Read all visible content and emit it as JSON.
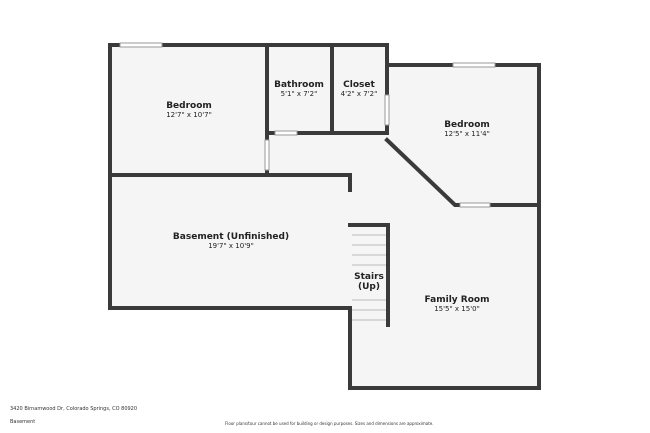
{
  "rooms": [
    {
      "name": "Bedroom",
      "dims": "12'7\" x 10'7\""
    },
    {
      "name": "Bathroom",
      "dims": "5'1\" x 7'2\""
    },
    {
      "name": "Closet",
      "dims": "4'2\" x 7'2\""
    },
    {
      "name": "Bedroom",
      "dims": "12'5\" x 11'4\""
    },
    {
      "name": "Basement (Unfinished)",
      "dims": "19'7\" x 10'9\""
    },
    {
      "name": "Stairs (Up)",
      "dims": ""
    },
    {
      "name": "Family Room",
      "dims": "15'5\" x 15'0\""
    }
  ],
  "footer": {
    "address": "3420 Birnamwood Dr, Colorado Springs, CO 80920",
    "level": "Basement",
    "disclaimer": "Floor plans/tour cannot be used for building or design purposes. Sizes and dimensions are approximate."
  },
  "colors": {
    "wall": "#3a3a3a",
    "floor": "#f5f5f5"
  }
}
